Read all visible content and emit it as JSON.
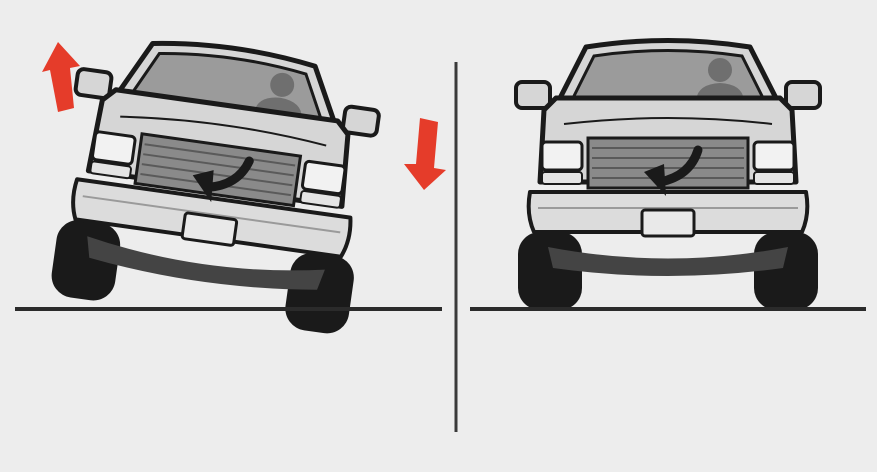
{
  "figure": {
    "panels": [
      {
        "id": "tilted",
        "body_roll": "tilted",
        "roll_indicators": [
          "up-arrow-icon",
          "down-arrow-icon"
        ]
      },
      {
        "id": "level",
        "body_roll": "level",
        "roll_indicators": []
      }
    ],
    "colors": {
      "background": "#ededed",
      "arrow": "#e53c2a",
      "outline": "#1a1a1a",
      "body": "#d6d6d6",
      "glass": "#9b9b9b",
      "grille": "#8a8a8a",
      "ground": "#2b2b2b"
    }
  }
}
